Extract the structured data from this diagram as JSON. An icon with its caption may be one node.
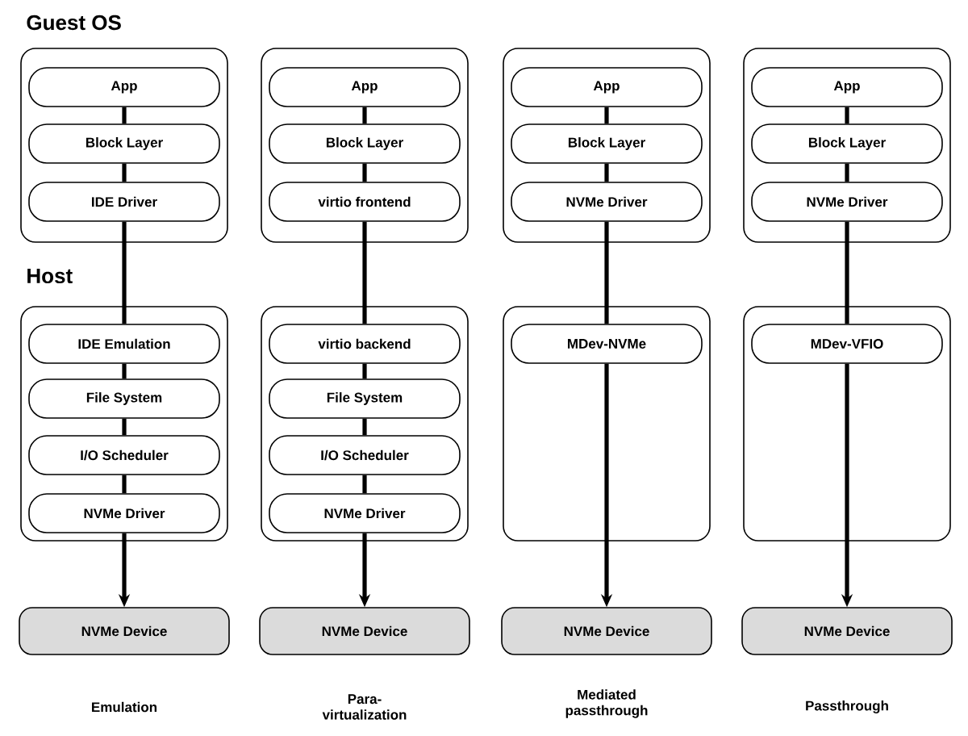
{
  "diagram": {
    "nodes": [
      {
        "text": [],
        "shape": "box"
      },
      {
        "text": [
          "App"
        ],
        "in": 0
      },
      {
        "text": [
          "Block Layer"
        ],
        "in": 0
      },
      {
        "text": [
          "IDE Driver"
        ],
        "in": 0
      },
      {
        "text": [],
        "shape": "box"
      },
      {
        "text": [
          "IDE Emulation"
        ],
        "in": 4
      },
      {
        "text": [
          "File System"
        ],
        "in": 4
      },
      {
        "text": [
          "I/O Scheduler"
        ],
        "in": 4
      },
      {
        "text": [
          "NVMe Driver"
        ],
        "in": 4
      },
      {
        "text": [
          "NVMe Device"
        ]
      },
      {
        "text": [],
        "shape": "box"
      },
      {
        "text": [
          "App"
        ],
        "in": 10
      },
      {
        "text": [
          "Block Layer"
        ],
        "in": 10
      },
      {
        "text": [
          "virtio frontend"
        ],
        "in": 10
      },
      {
        "text": [],
        "shape": "box"
      },
      {
        "text": [
          "virtio backend"
        ],
        "in": 14
      },
      {
        "text": [
          "File System"
        ],
        "in": 14
      },
      {
        "text": [
          "I/O Scheduler"
        ],
        "in": 14
      },
      {
        "text": [
          "NVMe Driver"
        ],
        "in": 14
      },
      {
        "text": [
          "NVMe Device"
        ]
      },
      {
        "text": [],
        "shape": "box"
      },
      {
        "text": [
          "App"
        ],
        "in": 20
      },
      {
        "text": [
          "Block Layer"
        ],
        "in": 20
      },
      {
        "text": [
          "NVMe Driver"
        ],
        "in": 20
      },
      {
        "text": [],
        "shape": "box"
      },
      {
        "text": [
          "MDev-NVMe"
        ],
        "in": 24
      },
      {
        "text": [
          "NVMe Device"
        ]
      },
      {
        "text": [],
        "shape": "box"
      },
      {
        "text": [
          "App"
        ],
        "in": 27
      },
      {
        "text": [
          "Block Layer"
        ],
        "in": 27
      },
      {
        "text": [
          "NVMe Driver"
        ],
        "in": 27
      },
      {
        "text": [],
        "shape": "box"
      },
      {
        "text": [
          "MDev-VFIO"
        ],
        "in": 31
      },
      {
        "text": [
          "NVMe Device"
        ]
      }
    ],
    "edges": [
      {
        "from": 1,
        "to": 2,
        "arrow": "none"
      },
      {
        "from": 2,
        "to": 3,
        "arrow": "none"
      },
      {
        "from": 3,
        "to": 5,
        "arrow": "none"
      },
      {
        "from": 5,
        "to": 6,
        "arrow": "none"
      },
      {
        "from": 6,
        "to": 7,
        "arrow": "none"
      },
      {
        "from": 7,
        "to": 8,
        "arrow": "none"
      },
      {
        "from": 8,
        "to": 9,
        "arrow": "to"
      },
      {
        "from": 11,
        "to": 12,
        "arrow": "none"
      },
      {
        "from": 12,
        "to": 13,
        "arrow": "none"
      },
      {
        "from": 13,
        "to": 15,
        "arrow": "none"
      },
      {
        "from": 15,
        "to": 16,
        "arrow": "none"
      },
      {
        "from": 16,
        "to": 17,
        "arrow": "none"
      },
      {
        "from": 17,
        "to": 18,
        "arrow": "none"
      },
      {
        "from": 18,
        "to": 19,
        "arrow": "to"
      },
      {
        "from": 21,
        "to": 22,
        "arrow": "none"
      },
      {
        "from": 22,
        "to": 23,
        "arrow": "none"
      },
      {
        "from": 23,
        "to": 25,
        "arrow": "none"
      },
      {
        "from": 25,
        "to": 26,
        "arrow": "to"
      },
      {
        "from": 28,
        "to": 29,
        "arrow": "none"
      },
      {
        "from": 29,
        "to": 30,
        "arrow": "none"
      },
      {
        "from": 30,
        "to": 32,
        "arrow": "none"
      },
      {
        "from": 32,
        "to": 33,
        "arrow": "to"
      }
    ],
    "labels": [
      "Guest OS",
      "Host",
      "Emulation",
      "Para-virtualization",
      "Mediated passthrough",
      "Passthrough"
    ]
  }
}
